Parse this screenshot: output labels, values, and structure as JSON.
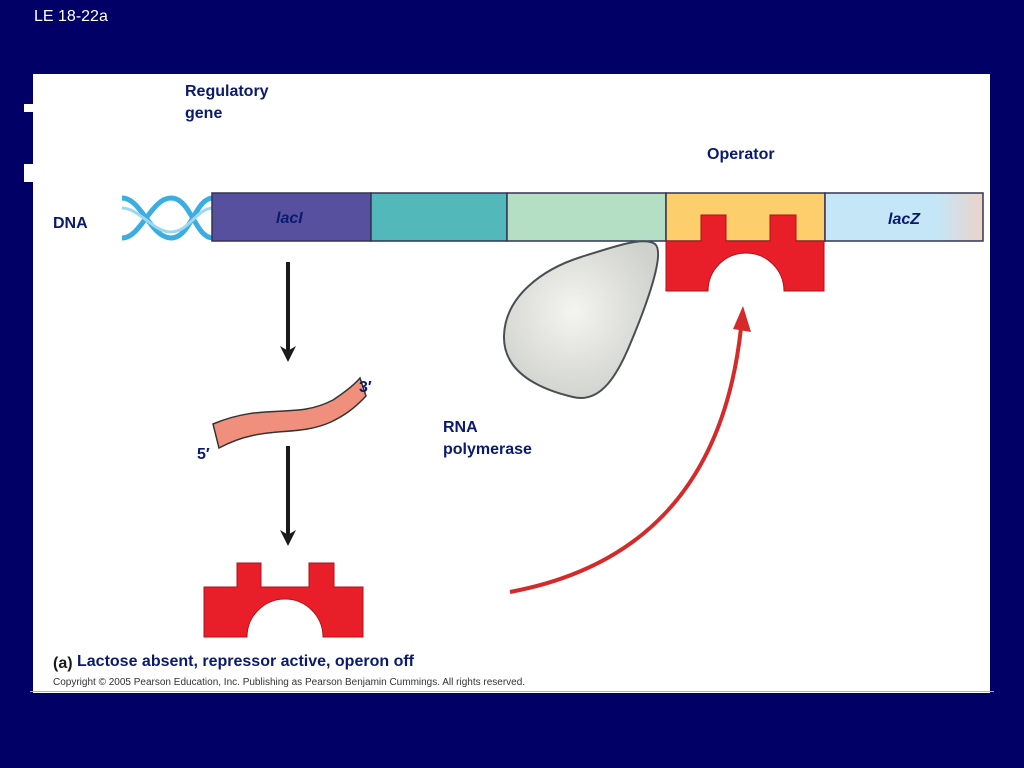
{
  "slide": {
    "label": "LE 18-22a"
  },
  "figure": {
    "labels": {
      "regulatory_gene_line1": "Regulatory",
      "regulatory_gene_line2": "gene",
      "operator": "Operator",
      "dna": "DNA",
      "laci": "lacI",
      "lacz": "lacZ",
      "three_prime": "3′",
      "five_prime": "5′",
      "rna_polymerase_line1": "RNA",
      "rna_polymerase_line2": "polymerase"
    },
    "caption_tag": "(a)",
    "caption": "Lactose absent, repressor active, operon off",
    "copyright": "Copyright © 2005 Pearson Education, Inc. Publishing as Pearson Benjamin Cummings. All rights reserved."
  },
  "colors": {
    "background": "#000066",
    "label_text": "#0a1a6e",
    "laci_segment": "#56509e",
    "promoter_segment": "#52b8b9",
    "spacer_segment": "#b4dfc4",
    "operator_segment": "#fccf6c",
    "lacz_segment": "#c5e6f6",
    "repressor": "#e81f28",
    "mrna": "#f08f7c",
    "dna_helix": "#3aaee0",
    "rna_polymerase": "#e2e3df",
    "arrow_red": "#d42a2a",
    "arrow_black": "#1a1a1a"
  }
}
